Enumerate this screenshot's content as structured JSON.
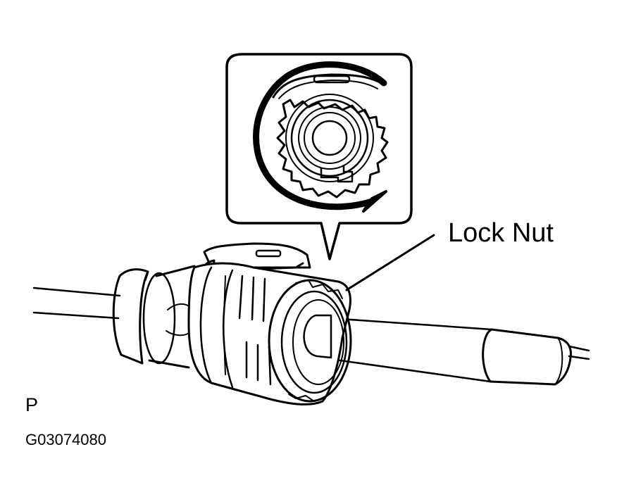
{
  "diagram": {
    "callout_label": "Lock Nut",
    "view_label": "P",
    "figure_code": "G03074080"
  },
  "colors": {
    "line": "#000000",
    "background": "#ffffff"
  }
}
